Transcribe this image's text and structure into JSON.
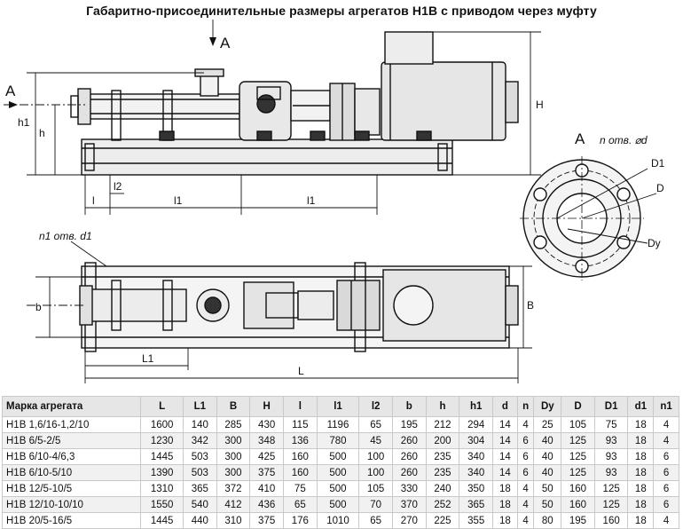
{
  "title": "Габаритно-присоединительные размеры агрегатов Н1В с приводом через муфту",
  "drawing": {
    "view_arrow": "A",
    "flange_view": "A",
    "labels": {
      "H": "H",
      "h": "h",
      "h1": "h1",
      "l": "l",
      "l2": "l2",
      "l1": "l1",
      "b": "b",
      "B": "B",
      "L": "L",
      "L1": "L1",
      "holes_d1": "n1 отв. d1",
      "holes_d": "n отв. ⌀d",
      "D1": "D1",
      "D": "D",
      "Dy": "Dy"
    }
  },
  "table": {
    "headers": [
      "Марка агрегата",
      "L",
      "L1",
      "B",
      "H",
      "l",
      "l1",
      "l2",
      "b",
      "h",
      "h1",
      "d",
      "n",
      "Dy",
      "D",
      "D1",
      "d1",
      "n1"
    ],
    "rows": [
      [
        "Н1В 1,6/16-1,2/10",
        "1600",
        "140",
        "285",
        "430",
        "115",
        "1196",
        "65",
        "195",
        "212",
        "294",
        "14",
        "4",
        "25",
        "105",
        "75",
        "18",
        "4"
      ],
      [
        "Н1В 6/5-2/5",
        "1230",
        "342",
        "300",
        "348",
        "136",
        "780",
        "45",
        "260",
        "200",
        "304",
        "14",
        "6",
        "40",
        "125",
        "93",
        "18",
        "4"
      ],
      [
        "Н1В 6/10-4/6,3",
        "1445",
        "503",
        "300",
        "425",
        "160",
        "500",
        "100",
        "260",
        "235",
        "340",
        "14",
        "6",
        "40",
        "125",
        "93",
        "18",
        "6"
      ],
      [
        "Н1В 6/10-5/10",
        "1390",
        "503",
        "300",
        "375",
        "160",
        "500",
        "100",
        "260",
        "235",
        "340",
        "14",
        "6",
        "40",
        "125",
        "93",
        "18",
        "6"
      ],
      [
        "Н1В 12/5-10/5",
        "1310",
        "365",
        "372",
        "410",
        "75",
        "500",
        "105",
        "330",
        "240",
        "350",
        "18",
        "4",
        "50",
        "160",
        "125",
        "18",
        "6"
      ],
      [
        "Н1В 12/10-10/10",
        "1550",
        "540",
        "412",
        "436",
        "65",
        "500",
        "70",
        "370",
        "252",
        "365",
        "18",
        "4",
        "50",
        "160",
        "125",
        "18",
        "6"
      ],
      [
        "Н1В 20/5-16/5",
        "1445",
        "440",
        "310",
        "375",
        "176",
        "1010",
        "65",
        "270",
        "225",
        "355",
        "18",
        "4",
        "80",
        "195",
        "160",
        "18",
        "4"
      ]
    ]
  }
}
